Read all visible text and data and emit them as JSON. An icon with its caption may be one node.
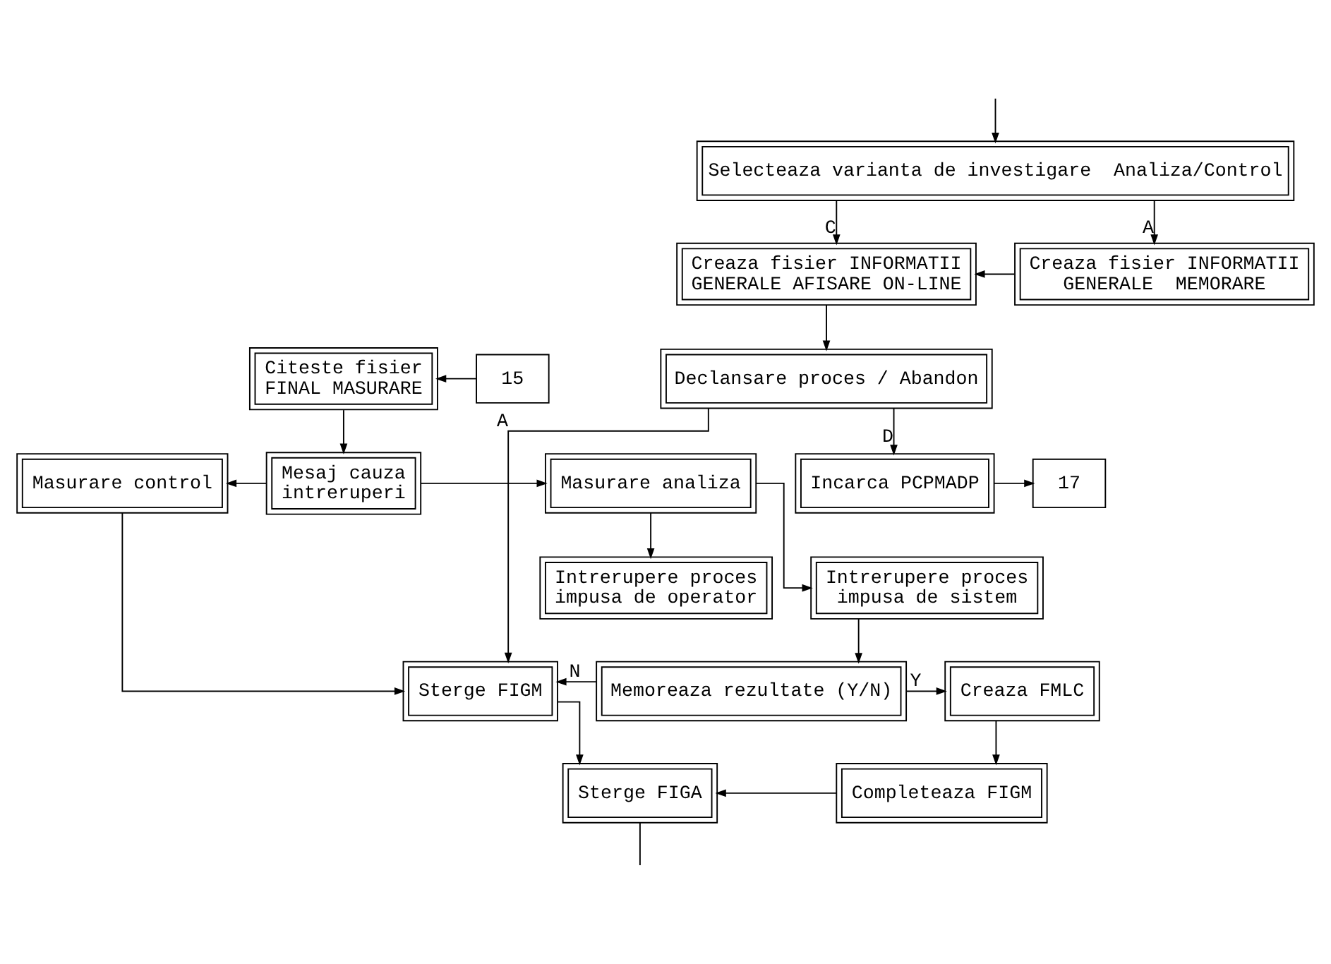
{
  "diagram": {
    "nodes": [
      {
        "text": [
          "Selecteaza varianta de investigare  Analiza/Control"
        ]
      },
      {
        "text": [
          "Creaza fisier INFORMATII GENERALE AFISARE ON-LINE"
        ]
      },
      {
        "text": [
          "Creaza fisier INFORMATII GENERALE  MEMORARE"
        ]
      },
      {
        "text": [
          "Declansare proces / Abandon"
        ]
      },
      {
        "text": [
          "Citeste fisier FINAL MASURARE"
        ]
      },
      {
        "text": [
          "15"
        ]
      },
      {
        "text": [
          "Incarca PCPMADP"
        ]
      },
      {
        "text": [
          "17"
        ]
      },
      {
        "text": [
          "Mesaj cauza intreruperi"
        ]
      },
      {
        "text": [
          "Masurare control"
        ]
      },
      {
        "text": [
          "Masurare analiza"
        ]
      },
      {
        "text": [
          "Intrerupere proces impusa de sistem"
        ]
      },
      {
        "text": [
          "Intrerupere proces impusa de operator"
        ]
      },
      {
        "text": [
          "Sterge FIGM"
        ]
      },
      {
        "text": [
          "Memoreaza rezultate (Y/N)"
        ]
      },
      {
        "text": [
          "Creaza FMLC"
        ]
      },
      {
        "text": [
          "Sterge FIGA"
        ]
      },
      {
        "text": [
          "Completeaza FIGM"
        ]
      }
    ],
    "edges": [
      {
        "from": null,
        "to": 0,
        "arrow": "to"
      },
      {
        "from": 0,
        "to": 1,
        "arrow": "to",
        "label": "C"
      },
      {
        "from": 0,
        "to": 2,
        "arrow": "to",
        "label": "A"
      },
      {
        "from": 2,
        "to": 1,
        "arrow": "to"
      },
      {
        "from": 1,
        "to": 3,
        "arrow": "to"
      },
      {
        "from": 3,
        "to": 6,
        "arrow": "to",
        "label": "D"
      },
      {
        "from": 3,
        "to": 13,
        "arrow": "to",
        "label": "A"
      },
      {
        "from": 5,
        "to": 4,
        "arrow": "to"
      },
      {
        "from": 6,
        "to": 7,
        "arrow": "to"
      },
      {
        "from": 4,
        "to": 8,
        "arrow": "to"
      },
      {
        "from": 8,
        "to": 9,
        "arrow": "to"
      },
      {
        "from": 8,
        "to": 10,
        "arrow": "to"
      },
      {
        "from": 9,
        "to": 13,
        "arrow": "to"
      },
      {
        "from": 10,
        "to": 11,
        "arrow": "to"
      },
      {
        "from": 10,
        "to": 12,
        "arrow": "to"
      },
      {
        "from": 11,
        "to": 14,
        "arrow": "to"
      },
      {
        "from": 14,
        "to": 13,
        "arrow": "to",
        "label": "N"
      },
      {
        "from": 14,
        "to": 15,
        "arrow": "to",
        "label": "Y"
      },
      {
        "from": 15,
        "to": 17,
        "arrow": "to"
      },
      {
        "from": 17,
        "to": 16,
        "arrow": "to"
      },
      {
        "from": 13,
        "to": 16,
        "arrow": "to"
      },
      {
        "from": 16,
        "to": null,
        "arrow": "none"
      }
    ]
  }
}
